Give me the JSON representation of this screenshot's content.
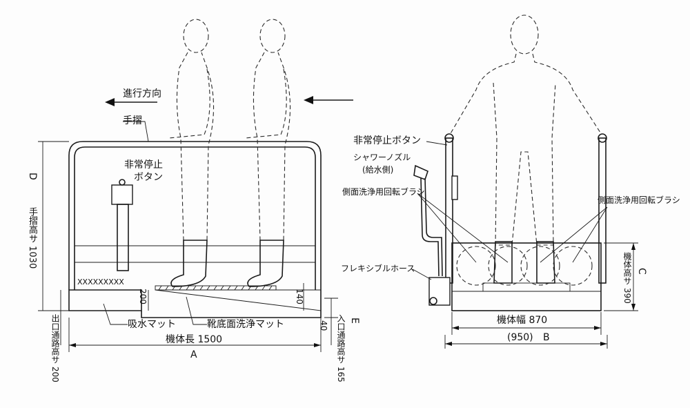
{
  "side_view": {
    "direction_label": "進行方向",
    "handrail_label": "手摺",
    "stop_button_label_1": "非常停止",
    "stop_button_label_2": "ボタン",
    "absorb_mat_label": "吸水マット",
    "sole_mat_label": "靴底面洗浄マット",
    "length_label": "機体長 1500",
    "length_letter": "A",
    "handrail_height_label": "手摺高サ 1030",
    "handrail_height_letter": "D",
    "exit_height_label": "出口通路高サ 200",
    "entry_height_label": "入口通路高サ 165",
    "entry_letter": "E",
    "dim_200": "200",
    "dim_140": "140",
    "dim_40": "40"
  },
  "front_view": {
    "stop_button_label": "非常停止ボタン",
    "shower_label_1": "シャワーノズル",
    "shower_label_2": "(給水側)",
    "brush_left_label": "側面洗浄用回転ブラシ",
    "brush_right_label": "側面洗浄用回転ブラシ",
    "hose_label": "フレキシブルホース",
    "width_label": "機体幅 870",
    "outer_width_label": "(950)",
    "outer_width_letter": "B",
    "height_label": "機体高サ 390",
    "height_letter": "C"
  }
}
